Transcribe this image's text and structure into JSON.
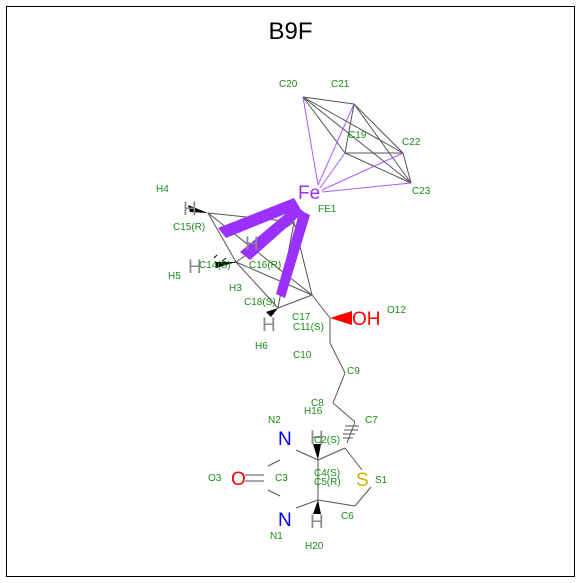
{
  "title": "B9F",
  "colors": {
    "label": "#1a8c1a",
    "bond": "#555555",
    "metal_bond": "#9b30ff",
    "iron": "#9b30ff",
    "oxygen": "#ff0000",
    "nitrogen": "#0000ff",
    "sulfur": "#c8b400",
    "hydrogen": "#8a8a8a"
  },
  "atoms": {
    "fe": "Fe",
    "oh": "OH",
    "o3": "O",
    "n_top": "N",
    "n_bottom": "N",
    "s": "S",
    "h_top": "H",
    "h_bottom": "H",
    "h_c15": "H",
    "h_c14a": "H",
    "h_c14b": "H",
    "h_c18": "H"
  },
  "labels": {
    "c20": "C20",
    "c21": "C21",
    "c19": "C19",
    "c22": "C22",
    "c23": "C23",
    "h4": "H4",
    "fe1": "FE1",
    "c15": "C15(R)",
    "c14": "C14(S)",
    "c16": "C16(R)",
    "h5": "H5",
    "h3": "H3",
    "c18": "C18(S)",
    "c17": "C17",
    "c11": "C11(S)",
    "o12": "O12",
    "h6": "H6",
    "c10": "C10",
    "c9": "C9",
    "c8": "C8",
    "h16": "H16",
    "c7": "C7",
    "n2": "N2",
    "c2": "C2(S)",
    "o3": "O3",
    "c3": "C3",
    "c4": "C4(S)",
    "c5": "C5(R)",
    "s1": "S1",
    "c6": "C6",
    "n1": "N1",
    "h20": "H20"
  }
}
